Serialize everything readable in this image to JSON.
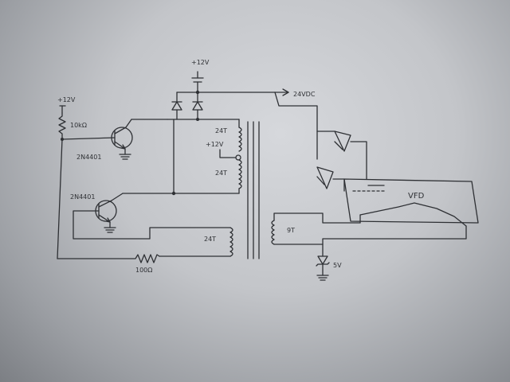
{
  "labels": {
    "supply_top": "+12V",
    "supply_left": "+12V",
    "supply_tap": "+12V",
    "output": "24VDC",
    "res_base": "10kΩ",
    "res_bottom": "100Ω",
    "q_top": "2N4401",
    "q_bottom": "2N4401",
    "winding_upper": "24T",
    "winding_mid": "24T",
    "winding_lower": "24T",
    "winding_secondary": "9T",
    "zener": "5V",
    "display": "VFD"
  }
}
